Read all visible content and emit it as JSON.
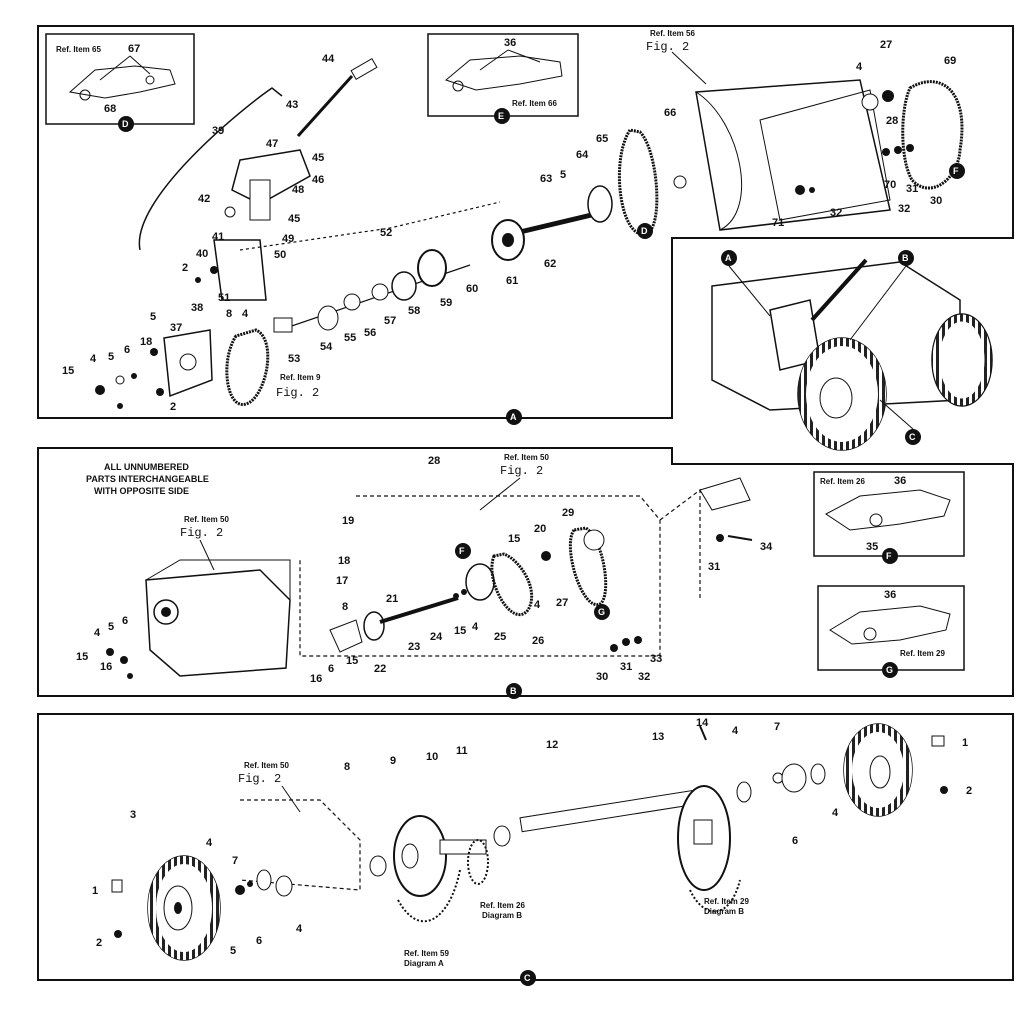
{
  "panel_a": {
    "letter": "A",
    "inset_d": {
      "letter": "D",
      "ref_label": "Ref. Item 65",
      "parts": [
        "67",
        "68"
      ]
    },
    "inset_e": {
      "letter": "E",
      "parts": [
        "36"
      ],
      "ref_label": "Ref. Item 66"
    },
    "ref_item_56": "Ref. Item 56",
    "fig2": "Fig. 2",
    "ref_item_9": "Ref. Item 9",
    "fig2_lower": "Fig. 2",
    "callouts": [
      "A",
      "B",
      "C",
      "D",
      "F"
    ],
    "parts": [
      "44",
      "43",
      "39",
      "47",
      "45",
      "46",
      "48",
      "42",
      "45",
      "41",
      "49",
      "40",
      "50",
      "2",
      "51",
      "52",
      "63",
      "65",
      "64",
      "5",
      "66",
      "62",
      "61",
      "60",
      "59",
      "58",
      "57",
      "56",
      "55",
      "54",
      "53",
      "38",
      "8",
      "4",
      "5",
      "37",
      "15",
      "4",
      "5",
      "6",
      "18",
      "2",
      "27",
      "4",
      "69",
      "28",
      "70",
      "31",
      "30",
      "32",
      "71",
      "32"
    ]
  },
  "panel_b": {
    "letter": "B",
    "note": [
      "ALL UNNUMBERED",
      "PARTS INTERCHANGEABLE",
      "WITH OPPOSITE SIDE"
    ],
    "ref_item_50a": "Ref. Item 50",
    "fig2a": "Fig. 2",
    "ref_item_50b": "Ref. Item 50",
    "fig2b": "Fig. 2",
    "inset_f": {
      "letter": "F",
      "ref_label": "Ref. Item 26",
      "parts": [
        "36",
        "35"
      ]
    },
    "inset_g": {
      "letter": "G",
      "ref_label": "Ref. Item 29",
      "parts": [
        "36"
      ]
    },
    "callouts": [
      "F",
      "G"
    ],
    "parts": [
      "28",
      "19",
      "18",
      "17",
      "21",
      "8",
      "6",
      "15",
      "16",
      "22",
      "23",
      "24",
      "15",
      "4",
      "25",
      "26",
      "20",
      "15",
      "4",
      "29",
      "27",
      "31",
      "34",
      "30",
      "31",
      "32",
      "33",
      "15",
      "4",
      "5",
      "6",
      "16"
    ]
  },
  "panel_c": {
    "letter": "C",
    "ref_item_50": "Ref. Item 50",
    "fig2": "Fig. 2",
    "ref_item_26": [
      "Ref. Item 26",
      "Diagram B"
    ],
    "ref_item_29": [
      "Ref. Item 29",
      "Diagram B"
    ],
    "ref_item_59": [
      "Ref. Item 59",
      "Diagram A"
    ],
    "parts": [
      "1",
      "2",
      "3",
      "4",
      "5",
      "6",
      "7",
      "4",
      "8",
      "9",
      "10",
      "11",
      "12",
      "13",
      "14",
      "4",
      "7",
      "6",
      "4",
      "1",
      "2"
    ]
  }
}
